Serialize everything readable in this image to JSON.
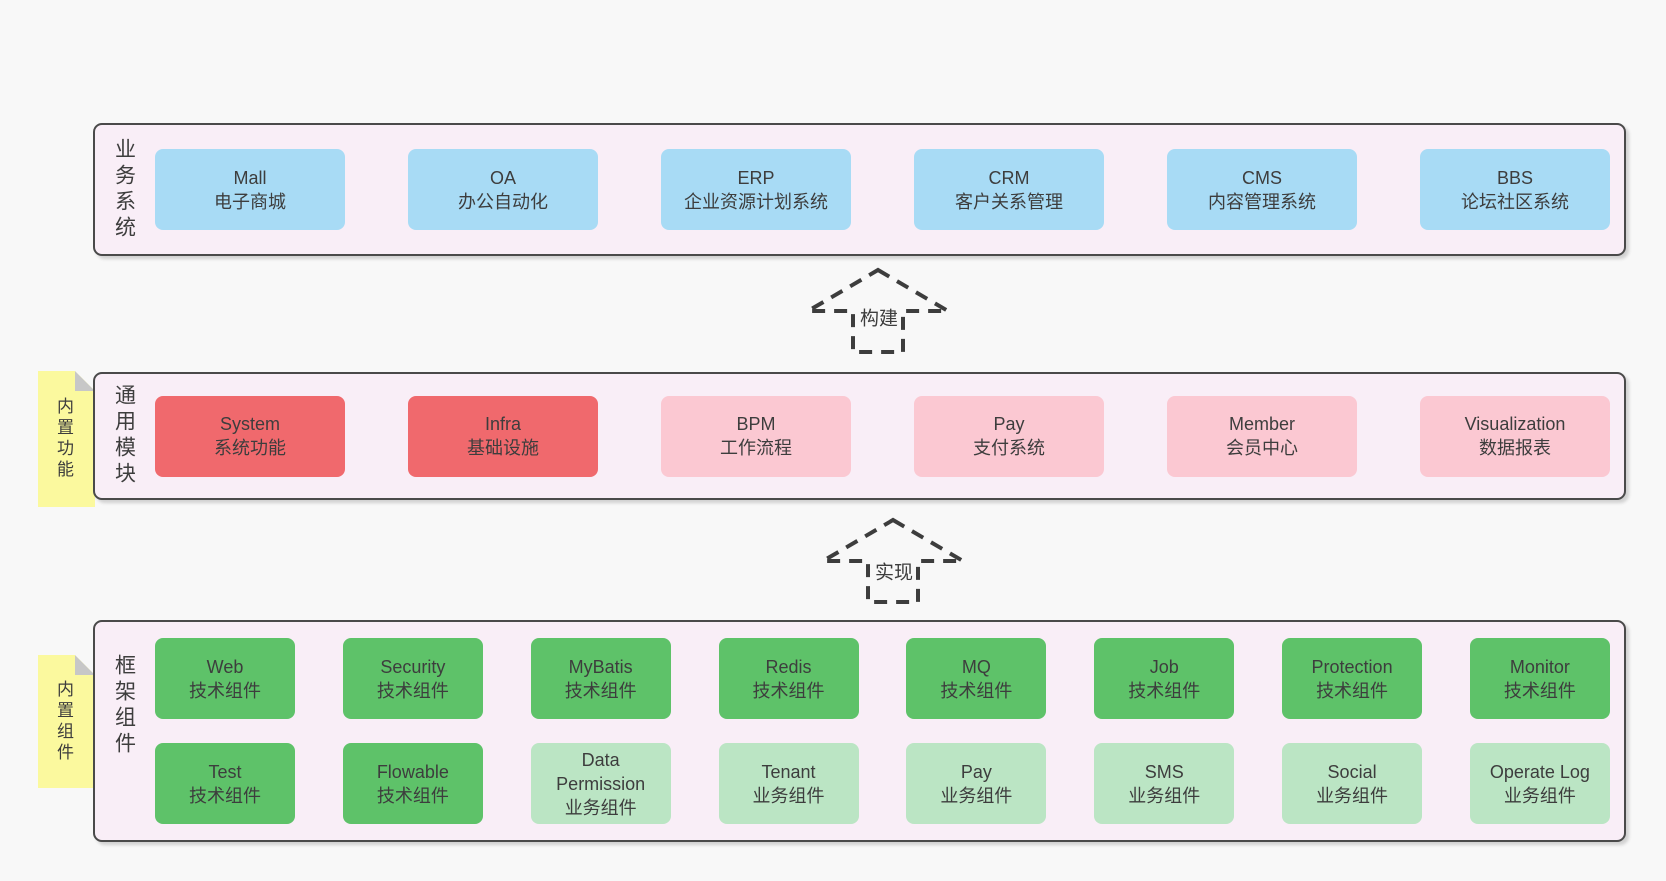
{
  "colors": {
    "page_bg": "#f8f8f8",
    "layer_bg": "#f9eef7",
    "layer_border": "#4a4a4a",
    "box_blue": "#a8dbf5",
    "box_red": "#f0696d",
    "box_pink": "#fbc8d2",
    "box_green": "#5ec269",
    "box_green_light": "#bbe5c4",
    "note_yellow": "#fbf99e",
    "fold_gray": "#c7c7c7",
    "ink": "#3d3d3d",
    "dash": "#3d3d3d"
  },
  "arrows": [
    {
      "label": "构建"
    },
    {
      "label": "实现"
    }
  ],
  "layers": [
    {
      "name": "业务系统",
      "rows": [
        {
          "boxes": [
            {
              "title": "Mall",
              "subtitle": "电子商城",
              "variant": "blue"
            },
            {
              "title": "OA",
              "subtitle": "办公自动化",
              "variant": "blue"
            },
            {
              "title": "ERP",
              "subtitle": "企业资源计划系统",
              "variant": "blue"
            },
            {
              "title": "CRM",
              "subtitle": "客户关系管理",
              "variant": "blue"
            },
            {
              "title": "CMS",
              "subtitle": "内容管理系统",
              "variant": "blue"
            },
            {
              "title": "BBS",
              "subtitle": "论坛社区系统",
              "variant": "blue"
            }
          ]
        }
      ]
    },
    {
      "name": "通用模块",
      "note": "内置功能",
      "rows": [
        {
          "boxes": [
            {
              "title": "System",
              "subtitle": "系统功能",
              "variant": "red"
            },
            {
              "title": "Infra",
              "subtitle": "基础设施",
              "variant": "red"
            },
            {
              "title": "BPM",
              "subtitle": "工作流程",
              "variant": "pink"
            },
            {
              "title": "Pay",
              "subtitle": "支付系统",
              "variant": "pink"
            },
            {
              "title": "Member",
              "subtitle": "会员中心",
              "variant": "pink"
            },
            {
              "title": "Visualization",
              "subtitle": "数据报表",
              "variant": "pink"
            }
          ]
        }
      ]
    },
    {
      "name": "框架组件",
      "note": "内置组件",
      "rows": [
        {
          "boxes": [
            {
              "title": "Web",
              "subtitle": "技术组件",
              "variant": "green"
            },
            {
              "title": "Security",
              "subtitle": "技术组件",
              "variant": "green"
            },
            {
              "title": "MyBatis",
              "subtitle": "技术组件",
              "variant": "green"
            },
            {
              "title": "Redis",
              "subtitle": "技术组件",
              "variant": "green"
            },
            {
              "title": "MQ",
              "subtitle": "技术组件",
              "variant": "green"
            },
            {
              "title": "Job",
              "subtitle": "技术组件",
              "variant": "green"
            },
            {
              "title": "Protection",
              "subtitle": "技术组件",
              "variant": "green"
            },
            {
              "title": "Monitor",
              "subtitle": "技术组件",
              "variant": "green"
            }
          ]
        },
        {
          "boxes": [
            {
              "title": "Test",
              "subtitle": "技术组件",
              "variant": "green"
            },
            {
              "title": "Flowable",
              "subtitle": "技术组件",
              "variant": "green"
            },
            {
              "title": "Data Permission",
              "subtitle": "业务组件",
              "variant": "green-light"
            },
            {
              "title": "Tenant",
              "subtitle": "业务组件",
              "variant": "green-light"
            },
            {
              "title": "Pay",
              "subtitle": "业务组件",
              "variant": "green-light"
            },
            {
              "title": "SMS",
              "subtitle": "业务组件",
              "variant": "green-light"
            },
            {
              "title": "Social",
              "subtitle": "业务组件",
              "variant": "green-light"
            },
            {
              "title": "Operate Log",
              "subtitle": "业务组件",
              "variant": "green-light"
            }
          ]
        }
      ]
    }
  ]
}
